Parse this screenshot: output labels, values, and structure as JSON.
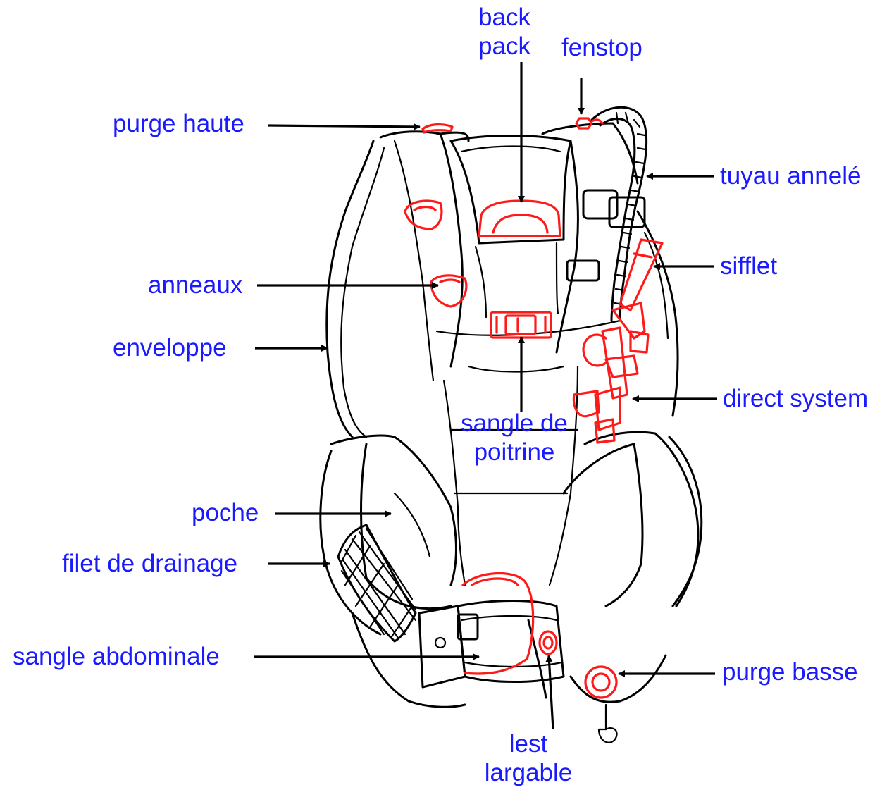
{
  "labels": {
    "back_pack": [
      "back",
      "pack"
    ],
    "fenstop": "fenstop",
    "purge_haute": "purge haute",
    "tuyau_annele": "tuyau annelé",
    "sifflet": "sifflet",
    "anneaux": "anneaux",
    "enveloppe": "enveloppe",
    "direct_system": "direct system",
    "sangle_de_poitrine": [
      "sangle de",
      "poitrine"
    ],
    "poche": "poche",
    "filet_de_drainage": "filet de drainage",
    "sangle_abdominale": "sangle abdominale",
    "purge_basse": "purge basse",
    "lest_largable": [
      "lest",
      "largable"
    ]
  },
  "colors": {
    "label": "#1a1aff",
    "highlight": "#ff1a1a",
    "line": "#000000"
  }
}
